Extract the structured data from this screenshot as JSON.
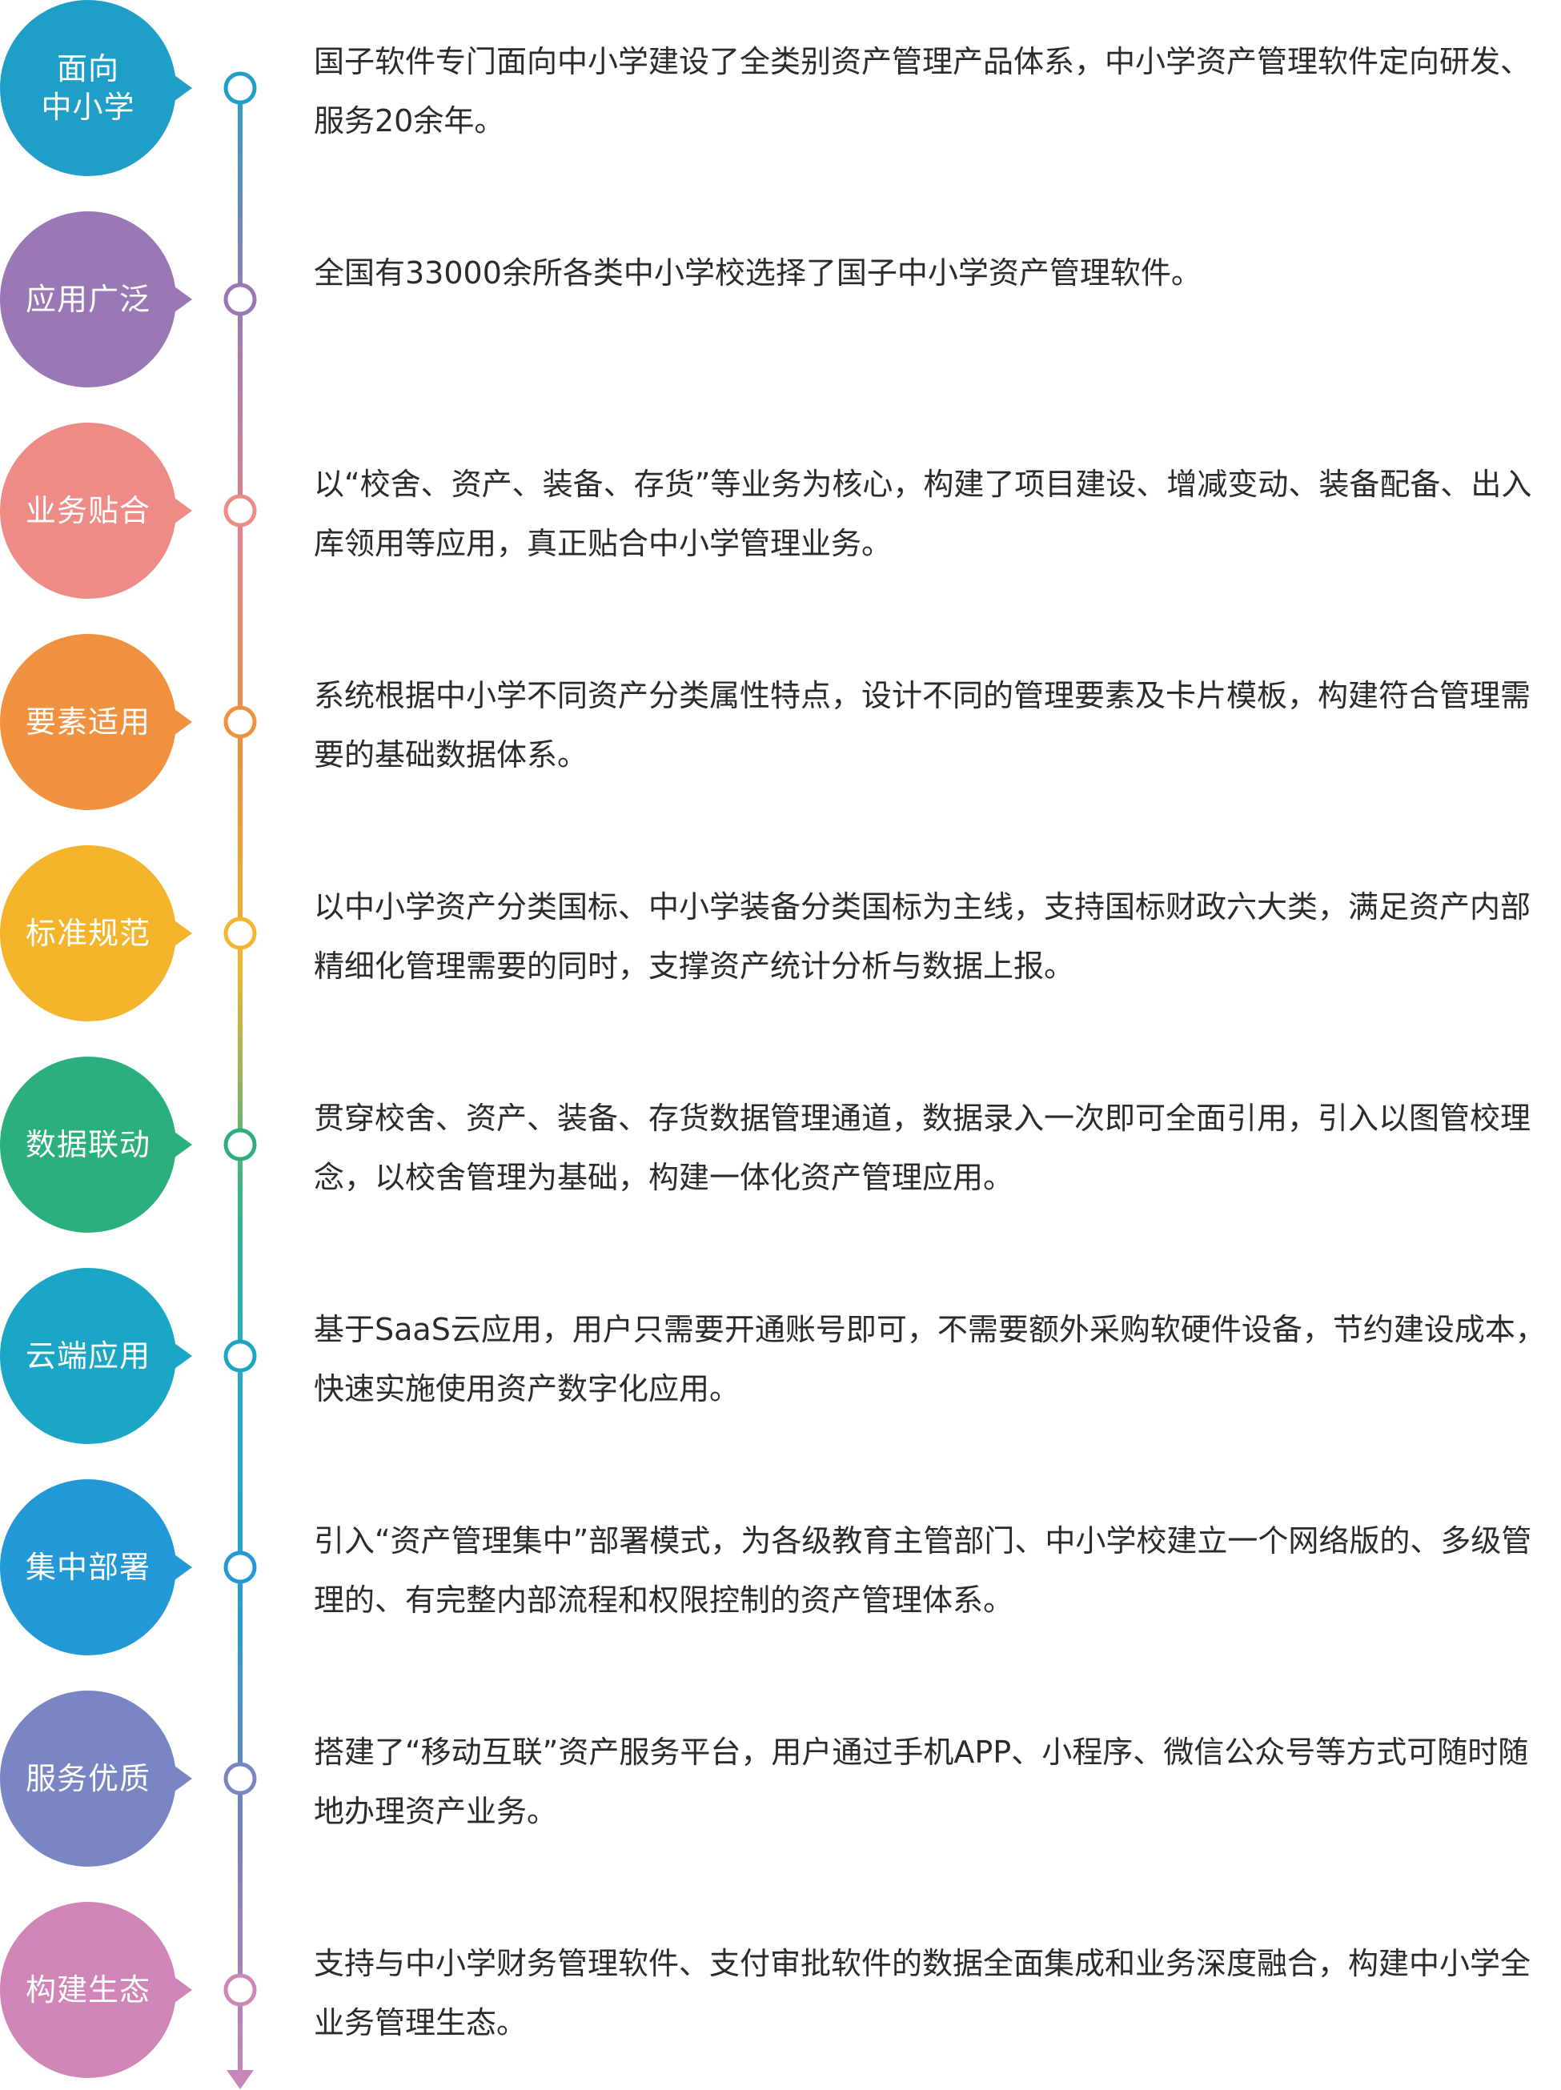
{
  "line_gradient": [
    "#2a9ec9",
    "#9a7bb8",
    "#e8808a",
    "#f08d3a",
    "#f2b52e",
    "#37b587",
    "#25a8d4",
    "#2a9ad8",
    "#7f7fbf",
    "#c686b8"
  ],
  "items": [
    {
      "title": "面向\n中小学",
      "color": "#1f9fc8",
      "text": "国子软件专门面向中小学建设了全类别资产管理产品体系，中小学资产管理软件定向研发、服务20余年。"
    },
    {
      "title": "应用广泛",
      "color": "#9a78b6",
      "text": "全国有33000余所各类中小学校选择了国子中小学资产管理软件。"
    },
    {
      "title": "业务贴合",
      "color": "#ee8b86",
      "text": "以“校舍、资产、装备、存货”等业务为核心，构建了项目建设、增减变动、装备配备、出入库领用等应用，真正贴合中小学管理业务。"
    },
    {
      "title": "要素适用",
      "color": "#f0913f",
      "text": "系统根据中小学不同资产分类属性特点，设计不同的管理要素及卡片模板，构建符合管理需要的基础数据体系。"
    },
    {
      "title": "标准规范",
      "color": "#f4b42b",
      "text": "以中小学资产分类国标、中小学装备分类国标为主线，支持国标财政六大类，满足资产内部精细化管理需要的同时，支撑资产统计分析与数据上报。"
    },
    {
      "title": "数据联动",
      "color": "#2bb07d",
      "text": "贯穿校舍、资产、装备、存货数据管理通道，数据录入一次即可全面引用，引入以图管校理念，以校舍管理为基础，构建一体化资产管理应用。"
    },
    {
      "title": "云端应用",
      "color": "#1ca6c6",
      "text": "基于SaaS云应用，用户只需要开通账号即可，不需要额外采购软硬件设备，节约建设成本，快速实施使用资产数字化应用。"
    },
    {
      "title": "集中部署",
      "color": "#2298d6",
      "text": "引入“资产管理集中”部署模式，为各级教育主管部门、中小学校建立一个网络版的、多级管理的、有完整内部流程和权限控制的资产管理体系。"
    },
    {
      "title": "服务优质",
      "color": "#7a86c3",
      "text": "搭建了“移动互联”资产服务平台，用户通过手机APP、小程序、微信公众号等方式可随时随地办理资产业务。"
    },
    {
      "title": "构建生态",
      "color": "#cf86b7",
      "text": "支持与中小学财务管理软件、支付审批软件的数据全面集成和业务深度融合，构建中小学全业务管理生态。"
    }
  ]
}
